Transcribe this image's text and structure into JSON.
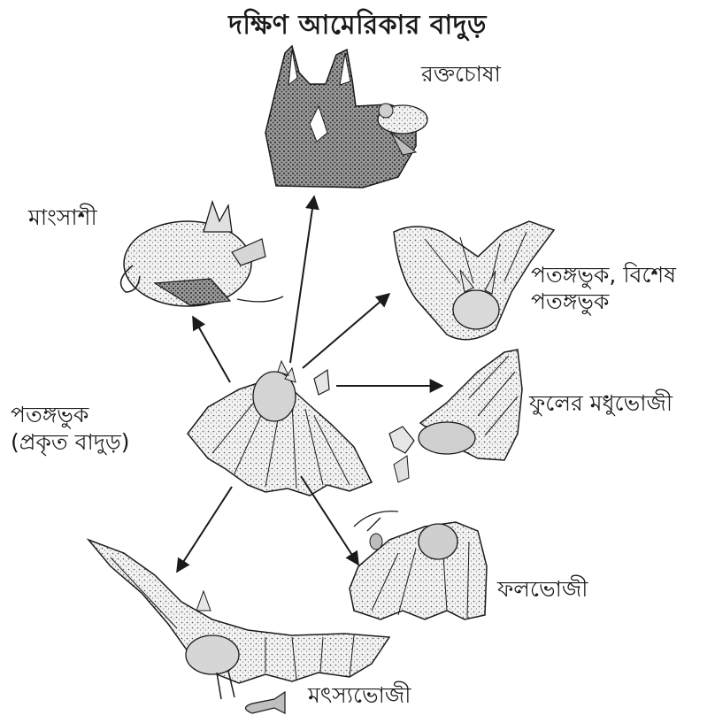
{
  "title": "দক্ষিণ আমেরিকার বাদুড়",
  "labels": {
    "vampire": "রক্তচোষা",
    "carnivore": "মাংসাশী",
    "insectivore_specialized_line1": "পতঙ্গভুক, বিশেষ",
    "insectivore_specialized_line2": "পতঙ্গভুক",
    "insectivore_original_line1": "পতঙ্গভুক",
    "insectivore_original_line2": "(প্রকৃত বাদুড়)",
    "nectar_feeder": "ফুলের মধুভোজী",
    "fruit_eater": "ফলভোজী",
    "fish_eater": "মৎস্যভোজী"
  },
  "colors": {
    "ink": "#1a1a1a",
    "sketch_fill": "#e6e6e6",
    "sketch_dark": "#3a3a3a"
  }
}
